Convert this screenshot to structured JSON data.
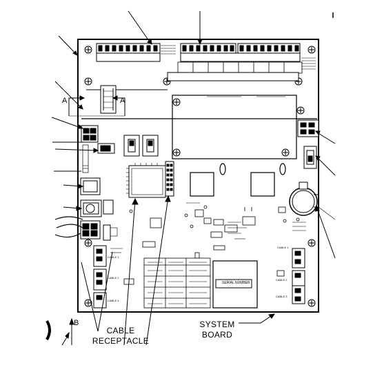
{
  "labels": {
    "cable_receptacle": [
      "CABLE",
      "RECEPTACLE"
    ],
    "system_board": [
      "SYSTEM",
      "BOARD"
    ],
    "section_a_left": "A",
    "section_a_right": "A",
    "section_b": "B",
    "serial_number": "SERIAL NUMBER",
    "cable_left": [
      "CABLE 1",
      "CABLE 2",
      "CABLE 3"
    ],
    "cable_right": [
      "CABLE 1",
      "CABLE 2",
      "CABLE 3"
    ]
  }
}
